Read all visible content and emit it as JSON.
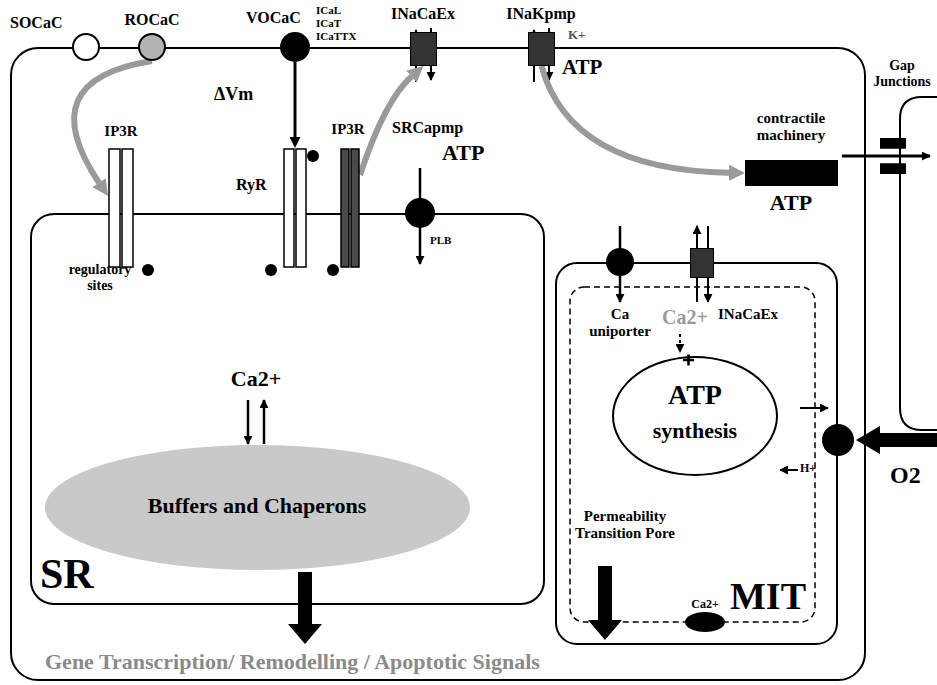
{
  "diagram": {
    "nodes": [
      {
        "text": [
          "Gene Transcription/ Remodelling / Apoptotic Signals"
        ]
      },
      {
        "text": [
          "SOCaC"
        ]
      },
      {
        "text": [
          "ROCaC"
        ]
      },
      {
        "text": [
          "VOCaC",
          "ICaL ICaT ICaTTX"
        ]
      },
      {
        "text": [
          "INaCaEx"
        ]
      },
      {
        "text": [
          "INaKpmp",
          "K+",
          "ATP"
        ]
      },
      {
        "text": [
          "IP3R"
        ]
      },
      {
        "text": [
          "RyR"
        ]
      },
      {
        "text": [
          "IP3R"
        ]
      },
      {
        "text": [
          "SRCapmp",
          "ATP",
          "PLB"
        ]
      },
      {
        "text": [
          "contractile machinery",
          "ATP"
        ],
        "in": 0
      },
      {
        "text": [
          "Gap Junctions"
        ]
      },
      {
        "text": [
          "SR"
        ],
        "in": 0
      },
      {
        "text": [
          "Buffers and Chaperons"
        ],
        "in": 12
      },
      {
        "text": [
          "MIT"
        ],
        "in": 0
      },
      {
        "text": [
          "Ca uniporter"
        ]
      },
      {
        "text": [
          "INaCaEx"
        ]
      },
      {
        "text": [
          "ATP",
          "synthesis"
        ],
        "in": 14
      }
    ],
    "edges": [
      {
        "from": 2,
        "to": 6,
        "arrow": "to"
      },
      {
        "from": 3,
        "to": 7,
        "arrow": "to"
      },
      {
        "from": 8,
        "to": 4,
        "arrow": "to"
      },
      {
        "from": 5,
        "to": 10,
        "arrow": "to"
      }
    ],
    "labels": [
      "ΔVm",
      "regulatory sites",
      "Ca2+",
      "Ca2+",
      "Permeability Transition Pore",
      "Ca2+",
      "H+",
      "O2"
    ]
  }
}
